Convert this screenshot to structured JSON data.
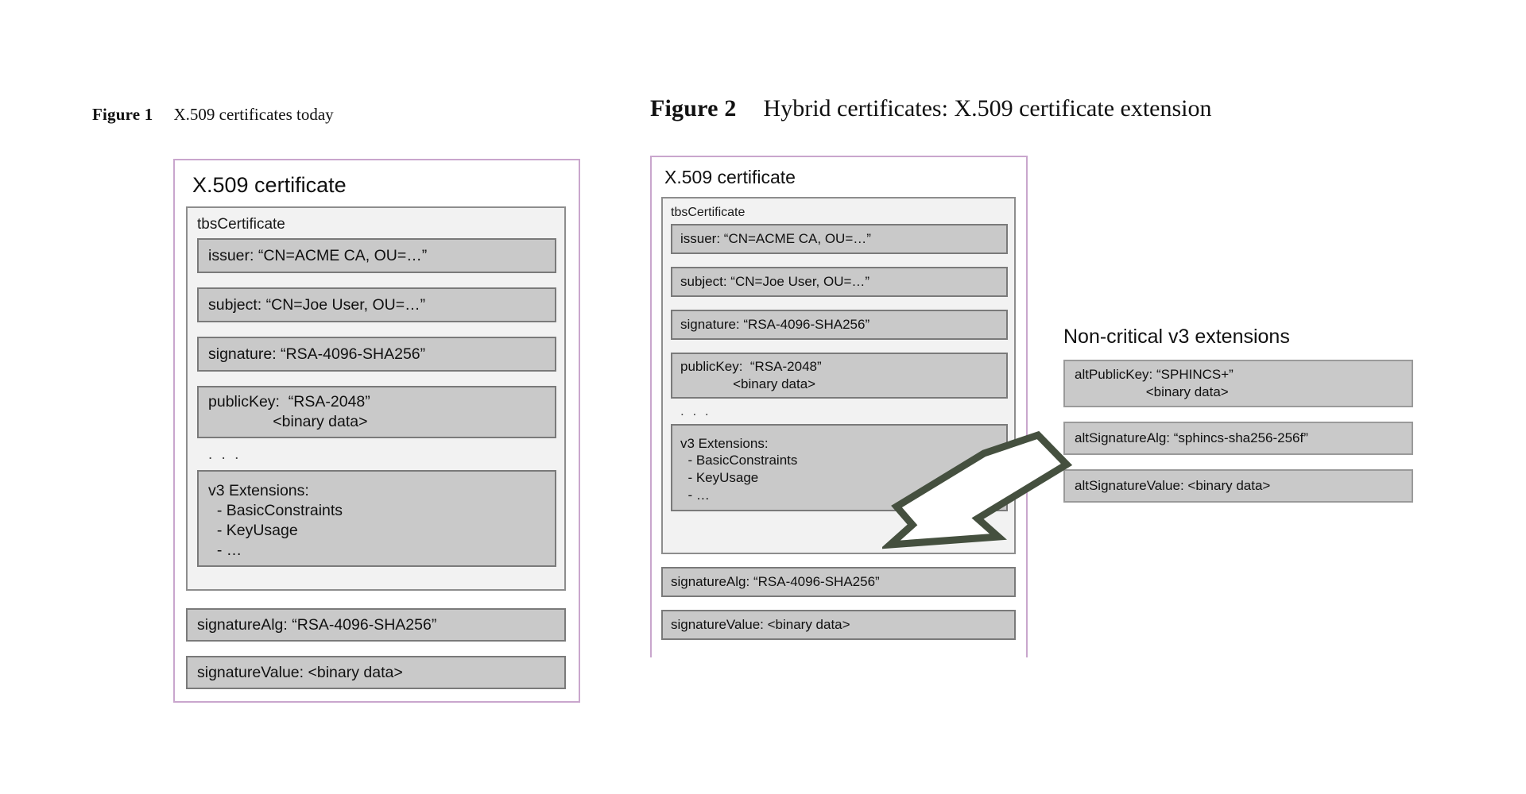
{
  "figure1": {
    "caption_label": "Figure 1",
    "caption_title": "X.509 certificates today",
    "card_title": "X.509 certificate",
    "tbs_label": "tbsCertificate",
    "fields": {
      "issuer": "issuer: “CN=ACME CA, OU=…”",
      "subject": "subject: “CN=Joe User, OU=…”",
      "signature": "signature: “RSA-4096-SHA256”",
      "publicKey_line1": "publicKey:  “RSA-2048”",
      "publicKey_line2": "               <binary data>",
      "ellipsis": ". . .",
      "extensions_line1": "v3 Extensions:",
      "extensions_line2": "  - BasicConstraints",
      "extensions_line3": "  - KeyUsage",
      "extensions_line4": "  - …",
      "signatureAlg": "signatureAlg: “RSA-4096-SHA256”",
      "signatureValue": "signatureValue: <binary data>"
    }
  },
  "figure2": {
    "caption_label": "Figure 2",
    "caption_title": "Hybrid certificates: X.509 certificate extension",
    "card_title": "X.509 certificate",
    "tbs_label": "tbsCertificate",
    "fields": {
      "issuer": "issuer: “CN=ACME CA, OU=…”",
      "subject": "subject: “CN=Joe User, OU=…”",
      "signature": "signature: “RSA-4096-SHA256”",
      "publicKey_line1": "publicKey:  “RSA-2048”",
      "publicKey_line2": "              <binary data>",
      "ellipsis": ". . .",
      "extensions_line1": "v3 Extensions:",
      "extensions_line2": "  - BasicConstraints",
      "extensions_line3": "  - KeyUsage",
      "extensions_line4": "  - …",
      "signatureAlg": "signatureAlg: “RSA-4096-SHA256”",
      "signatureValue": "signatureValue: <binary data>"
    },
    "extensions_panel": {
      "title": "Non-critical v3 extensions",
      "altPublicKey_line1": "altPublicKey: “SPHINCS+”",
      "altPublicKey_line2": "                   <binary data>",
      "altSignatureAlg": "altSignatureAlg: “sphincs-sha256-256f”",
      "altSignatureValue": "altSignatureValue: <binary data>"
    },
    "arrow_label": "arrow-pointing-from-extensions-to-v3-extensions"
  },
  "colors": {
    "card_border": "#c9a6cd",
    "field_fill": "#c9c9c9",
    "field_border": "#7a7a7a",
    "tbs_fill": "#f2f2f2",
    "tbs_border": "#8d8d8d",
    "arrow_outline": "#45503f",
    "arrow_fill": "#ffffff",
    "text": "#111111",
    "page_background": "#ffffff"
  }
}
